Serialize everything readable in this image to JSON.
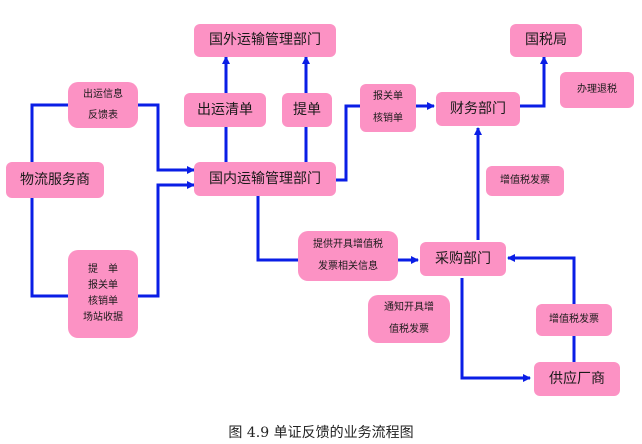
{
  "colors": {
    "box_fill": "#fc92c4",
    "arrow": "#0a1ee6"
  },
  "nodes": {
    "logistics": "物流服务商",
    "domestic": "国内运输管理部门",
    "foreign": "国外运输管理部门",
    "export_list": "出运清单",
    "bill_of_lading": "提单",
    "finance": "财务部门",
    "tax_bureau": "国税局",
    "purchasing": "采购部门",
    "supplier": "供应厂商"
  },
  "labels": {
    "shipping_info": [
      "出运信息",
      "反馈表"
    ],
    "bl_docs": [
      "提　单",
      "报关单",
      "核销单",
      "场站收据"
    ],
    "customs_verify": [
      "报关单",
      "核销单"
    ],
    "tax_refund": "办理退税",
    "vat_invoice_up": "增值税发票",
    "vat_info": [
      "提供开具增值税",
      "发票相关信息"
    ],
    "notify_vat": [
      "通知开具增",
      "值税发票"
    ],
    "vat_invoice_supplier": "增值税发票"
  },
  "caption": "图 4.9 单证反馈的业务流程图"
}
